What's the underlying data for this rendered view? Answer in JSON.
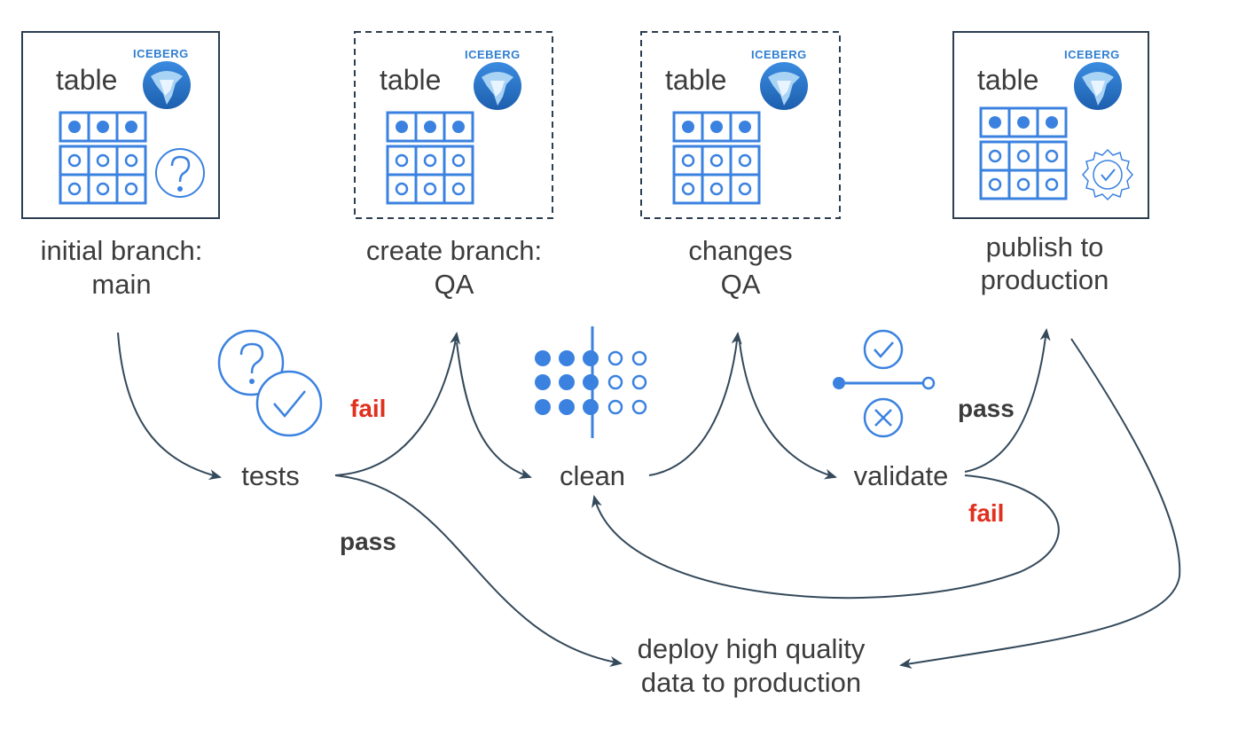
{
  "table_cards": [
    {
      "title": "table",
      "brand": "ICEBERG",
      "caption_line1": "initial branch:",
      "caption_line2": "main",
      "border": "solid",
      "badge": "question-icon"
    },
    {
      "title": "table",
      "brand": "ICEBERG",
      "caption_line1": "create branch:",
      "caption_line2": "QA",
      "border": "dashed",
      "badge": "none"
    },
    {
      "title": "table",
      "brand": "ICEBERG",
      "caption_line1": "changes",
      "caption_line2": "QA",
      "border": "dashed",
      "badge": "none"
    },
    {
      "title": "table",
      "brand": "ICEBERG",
      "caption_line1": "publish to",
      "caption_line2": "production",
      "border": "solid",
      "badge": "verified-seal-icon"
    }
  ],
  "steps": {
    "tests": "tests",
    "clean": "clean",
    "validate": "validate"
  },
  "outcomes": {
    "tests_fail": "fail",
    "tests_pass": "pass",
    "validate_pass": "pass",
    "validate_fail": "fail"
  },
  "deploy": {
    "line1": "deploy high quality",
    "line2": "data to production"
  },
  "colors": {
    "accent_blue": "#3b82e0",
    "brand_blue": "#2f7fd1",
    "fail_red": "#e0301e",
    "arrow": "#34495a",
    "text": "#3c3c3c"
  }
}
